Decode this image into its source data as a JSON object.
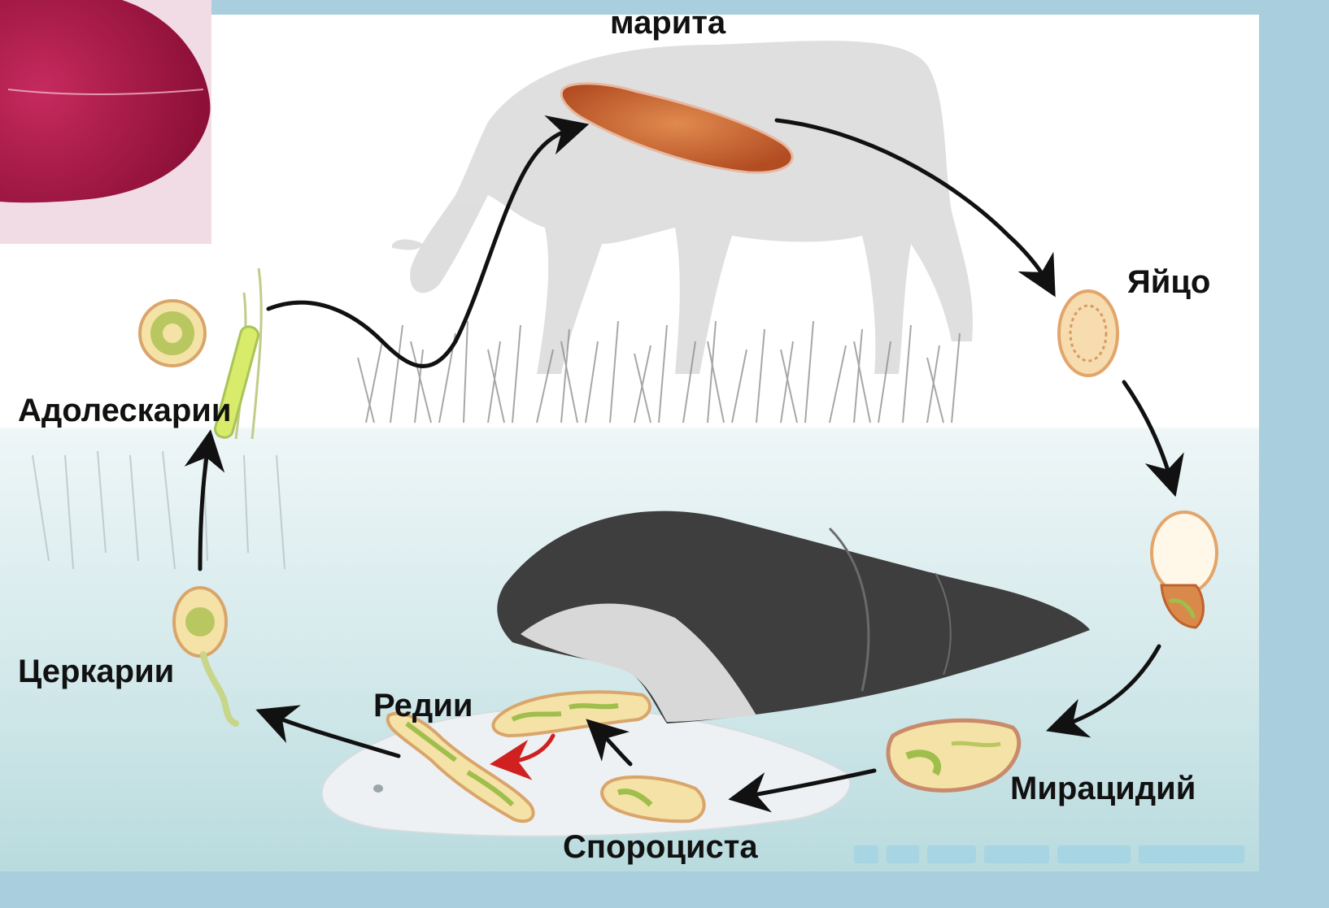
{
  "labels": {
    "marita": "марита",
    "egg": "Яйцо",
    "adolescaria": "Адолескарии",
    "cercaria": "Церкарии",
    "redia": "Редии",
    "sporocyst": "Спороциста",
    "miracidium": "Мирацидий"
  },
  "colors": {
    "fluke": "#c85e2e",
    "larva_fill": "#f4e2a6",
    "larva_inner": "#a8c458",
    "snail_shell": "#3f3f3f",
    "arrow": "#111111",
    "red_arrow": "#d02020"
  }
}
